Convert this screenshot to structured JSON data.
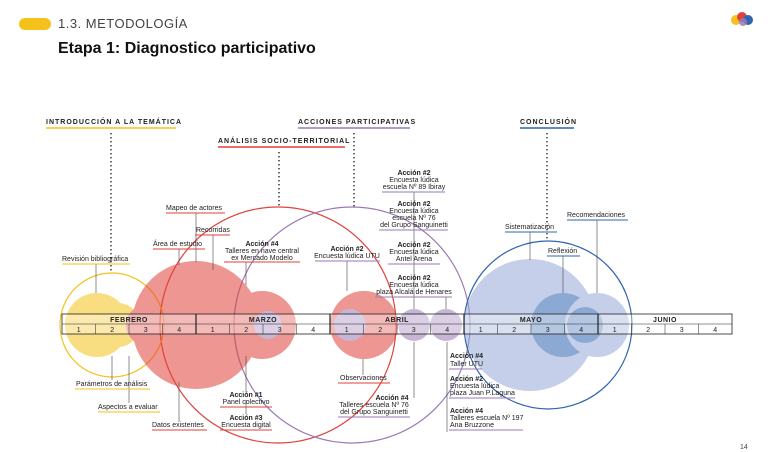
{
  "header": {
    "section": "1.3. METODOLOGÍA",
    "title": "Etapa 1: Diagnostico participativo",
    "page_number": "14"
  },
  "colors": {
    "yellow": "#f5c21b",
    "red": "#e0413a",
    "purple": "#9a7ab5",
    "blue": "#2f64b0",
    "light_blue": "#97a8d8"
  },
  "phases": {
    "intro": "INTRODUCCIÓN A LA TEMÁTICA",
    "socio": "ANÁLISIS SOCIO-TERRITORIAL",
    "acciones": "ACCIONES PARTICIPATIVAS",
    "conclusion": "CONCLUSIÓN"
  },
  "timeline": {
    "months": [
      "FEBRERO",
      "MARZO",
      "ABRIL",
      "MAYO",
      "JUNIO"
    ],
    "weeks": [
      "1",
      "2",
      "3",
      "4",
      "1",
      "2",
      "3",
      "4",
      "1",
      "2",
      "3",
      "4",
      "1",
      "2",
      "3",
      "4",
      "1",
      "2",
      "3",
      "4"
    ]
  },
  "labels": {
    "revision": "Revisión bibliográfica",
    "area": "Área de estudio",
    "mapeo": "Mapeo de actores",
    "recorridas": "Recorridas",
    "parametros": "Parámetros de análisis",
    "aspectos": "Aspectos a evaluar",
    "datos": "Datos existentes",
    "observaciones": "Observaciones",
    "sistematizacion": "Sistematización",
    "reflexion": "Reflexión",
    "recomendaciones": "Recomendaciones"
  },
  "actions": {
    "a4_talleres": {
      "title": "Acción #4",
      "l1": "Talleres en nave central",
      "l2": "ex Mercado Modelo"
    },
    "a2_utu": {
      "title": "Acción #2",
      "l1": "Encuesta lúdica UTU"
    },
    "a2_89": {
      "title": "Acción #2",
      "l1": "Encuesta lúdica",
      "l2": "escuela Nº 89 Ibiray"
    },
    "a2_76": {
      "title": "Acción #2",
      "l1": "Encuesta lúdica",
      "l2": "escuela Nº 76",
      "l3": "del Grupo Sanguinetti"
    },
    "a2_antel": {
      "title": "Acción #2",
      "l1": "Encuesta lúdica",
      "l2": "Antel Arena"
    },
    "a2_alcala": {
      "title": "Acción #2",
      "l1": "Encuesta lúdica",
      "l2": "plaza Alcalá de Henares"
    },
    "a1_panel": {
      "title": "Acción #1",
      "l1": "Panel colectivo"
    },
    "a3_digital": {
      "title": "Acción #3",
      "l1": "Encuesta digital"
    },
    "a4_talleres76": {
      "title": "Acción #4",
      "l1": "Talleres escuela Nº 76",
      "l2": "del Grupo Sanguinetti"
    },
    "a4_taller_utu": {
      "title": "Acción #4",
      "l1": "Taller UTU"
    },
    "a2_laguna": {
      "title": "Acción #2",
      "l1": "Encuesta lúdica",
      "l2": "plaza Juan P.Laguna"
    },
    "a4_197": {
      "title": "Acción #4",
      "l1": "Talleres escuela Nº 197",
      "l2": "Ana Bruzzone"
    }
  }
}
